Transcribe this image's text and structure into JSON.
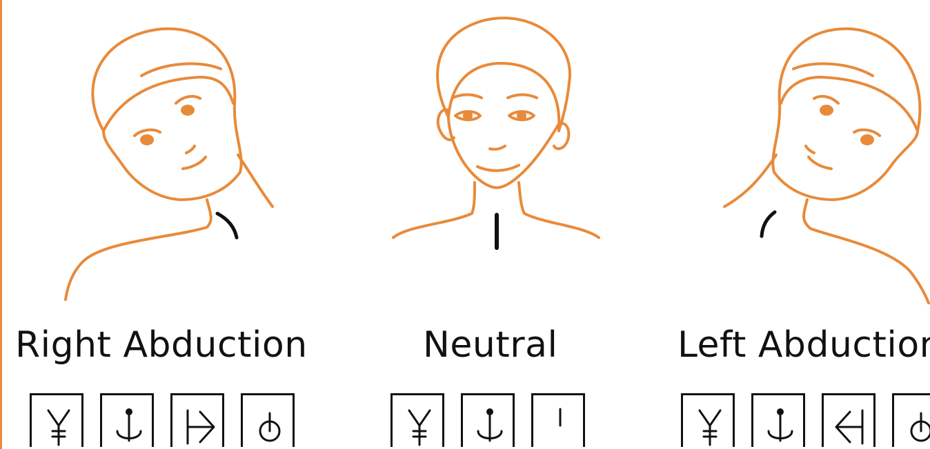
{
  "colors": {
    "outline": "#e88a3a",
    "ink": "#111111",
    "background": "#ffffff"
  },
  "panels": [
    {
      "label": "Right Abduction",
      "neck_mark": "arc-right",
      "symbols": [
        "psi-tack-icon",
        "anchor-tack-icon",
        "arrow-right-bar-icon",
        "power-symbol-icon"
      ]
    },
    {
      "label": "Neutral",
      "neck_mark": "vertical-bar",
      "symbols": [
        "psi-tack-icon",
        "anchor-tack-icon",
        "short-bar-icon"
      ]
    },
    {
      "label": "Left Abduction",
      "neck_mark": "arc-left",
      "symbols": [
        "psi-tack-icon",
        "anchor-tack-icon",
        "arrow-left-bar-icon",
        "power-symbol-icon"
      ]
    }
  ]
}
